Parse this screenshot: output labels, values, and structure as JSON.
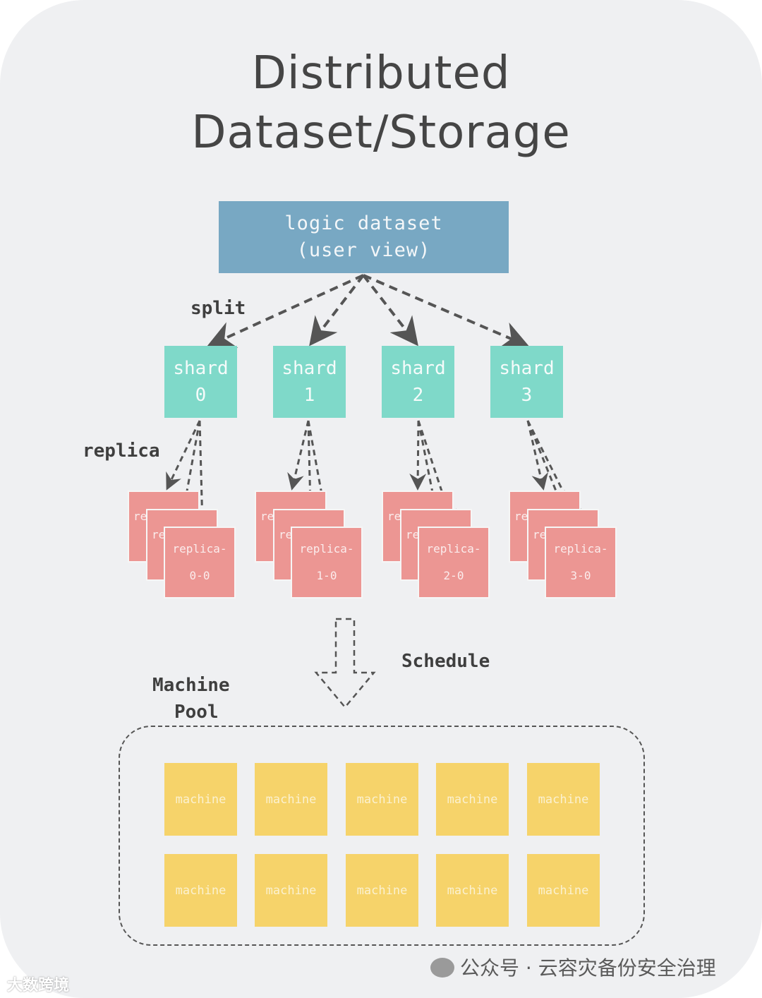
{
  "title": {
    "line1": "Distributed",
    "line2": "Dataset/Storage"
  },
  "logic": {
    "line1": "logic dataset",
    "line2": "(user view)"
  },
  "labels": {
    "split": "split",
    "replica": "replica",
    "schedule": "Schedule",
    "pool1": "Machine",
    "pool2": "Pool"
  },
  "shards": [
    {
      "word": "shard",
      "num": "0"
    },
    {
      "word": "shard",
      "num": "1"
    },
    {
      "word": "shard",
      "num": "2"
    },
    {
      "word": "shard",
      "num": "3"
    }
  ],
  "replica_back_text": "re",
  "replicas": [
    {
      "line1": "replica-",
      "line2": "0-0"
    },
    {
      "line1": "replica-",
      "line2": "1-0"
    },
    {
      "line1": "replica-",
      "line2": "2-0"
    },
    {
      "line1": "replica-",
      "line2": "3-0"
    }
  ],
  "machine_label": "machine",
  "watermark": {
    "wechat": "公众号 · 云容灾备份安全治理",
    "logo": "大数跨境"
  },
  "colors": {
    "logic": "#78a8c3",
    "shard": "#7fd9c9",
    "replica": "#ec9693",
    "machine": "#f6d36a"
  }
}
